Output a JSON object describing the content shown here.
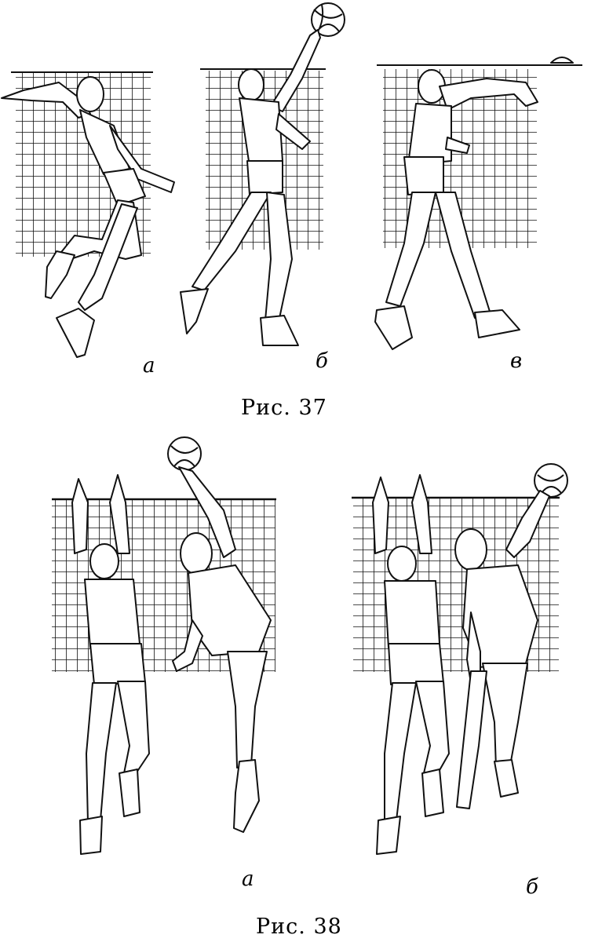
{
  "figure37": {
    "caption": "Рис. 37",
    "panels": [
      {
        "label": "а"
      },
      {
        "label": "б"
      },
      {
        "label": "в"
      }
    ]
  },
  "figure38": {
    "caption": "Рис. 38",
    "panels": [
      {
        "label": "а"
      },
      {
        "label": "б"
      }
    ]
  },
  "colors": {
    "ink": "#111111",
    "paper": "#ffffff"
  },
  "icons": [
    "volleyball-icon",
    "net-grid"
  ]
}
